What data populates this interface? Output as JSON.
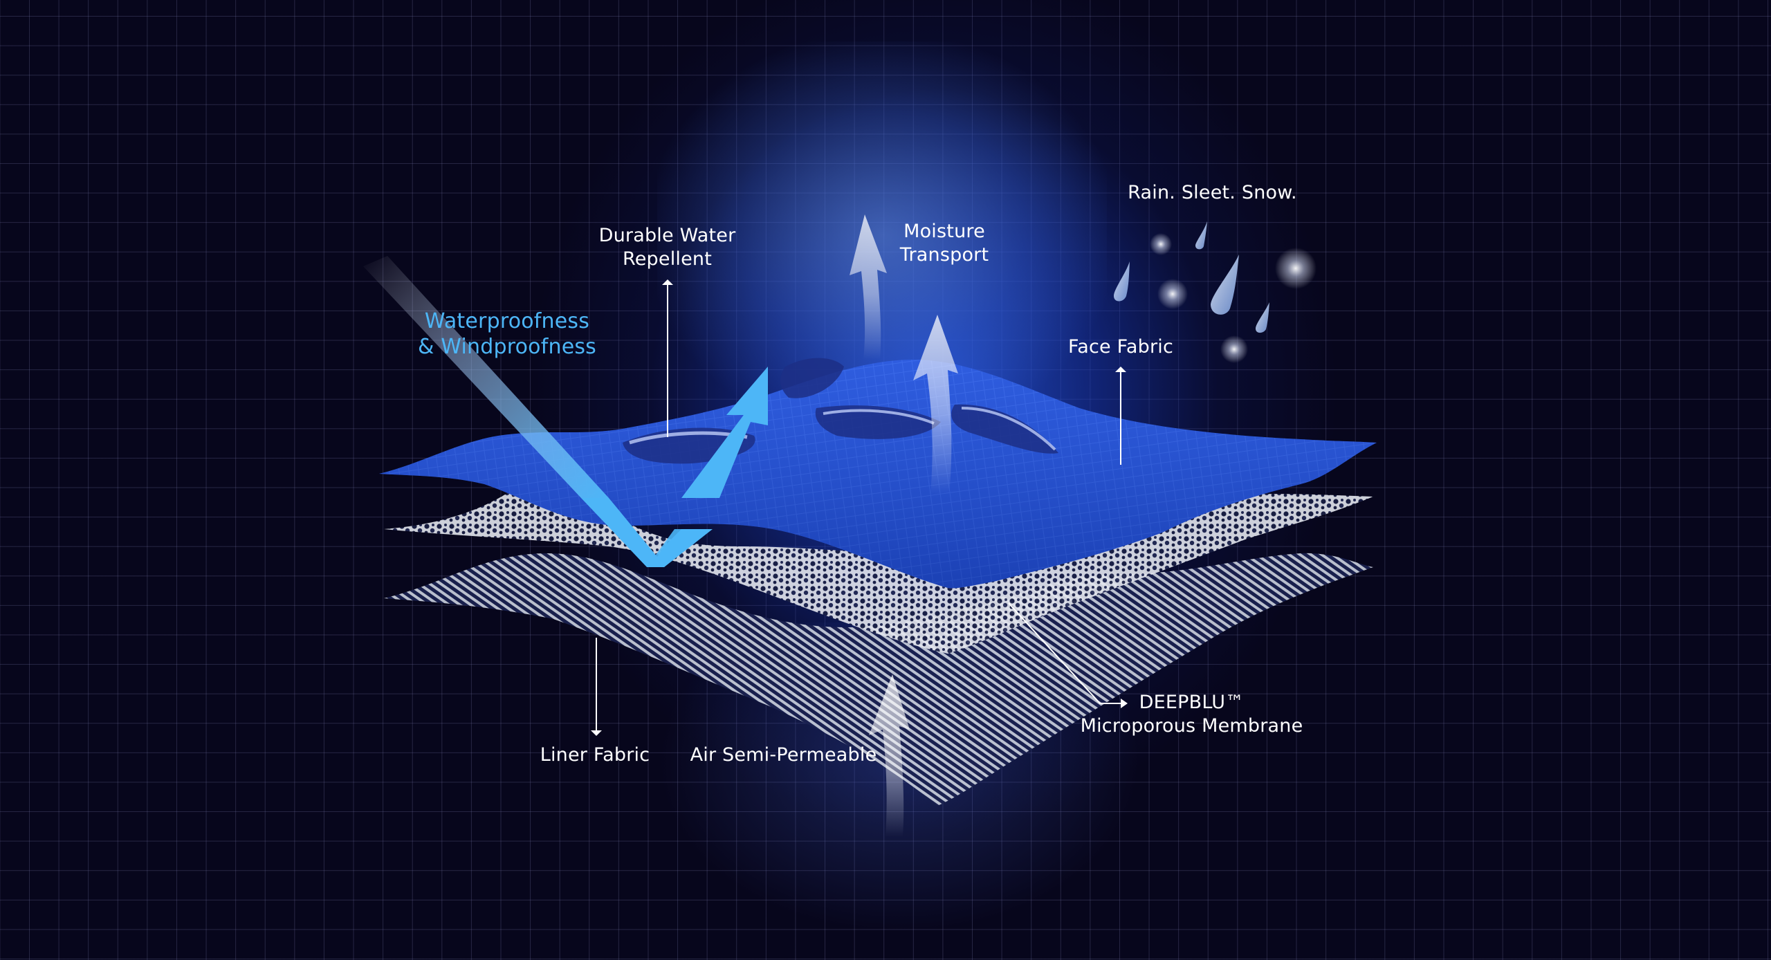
{
  "diagram": {
    "type": "layered-fabric-cross-section",
    "colors": {
      "background": "#07061c",
      "grid_line": "#3c3c60",
      "face_fabric": "#2350d8",
      "accent_arrow": "#4db6f7",
      "label_text": "#ffffff",
      "accent_text": "#4db6f7"
    },
    "labels": {
      "durable_water_line1": "Durable Water",
      "durable_water_line2": "Repellent",
      "moisture_line1": "Moisture",
      "moisture_line2": "Transport",
      "rain": "Rain. Sleet. Snow.",
      "waterproof_line1": "Waterproofness",
      "waterproof_line2": "& Windproofness",
      "face_fabric": "Face Fabric",
      "liner_fabric": "Liner Fabric",
      "air": "Air Semi-Permeable",
      "membrane_line1": "DEEPBLU™",
      "membrane_line2": "Microporous Membrane"
    },
    "layers": [
      {
        "name": "Face Fabric",
        "style": "solid blue woven"
      },
      {
        "name": "DEEPBLU™ Microporous Membrane",
        "style": "white porous mesh"
      },
      {
        "name": "Liner Fabric",
        "style": "white striped knit"
      }
    ],
    "icons": [
      "rain-drop-icon",
      "snowflake-icon",
      "moisture-arrow-icon",
      "air-arrow-icon",
      "waterproof-arrow-icon"
    ]
  }
}
